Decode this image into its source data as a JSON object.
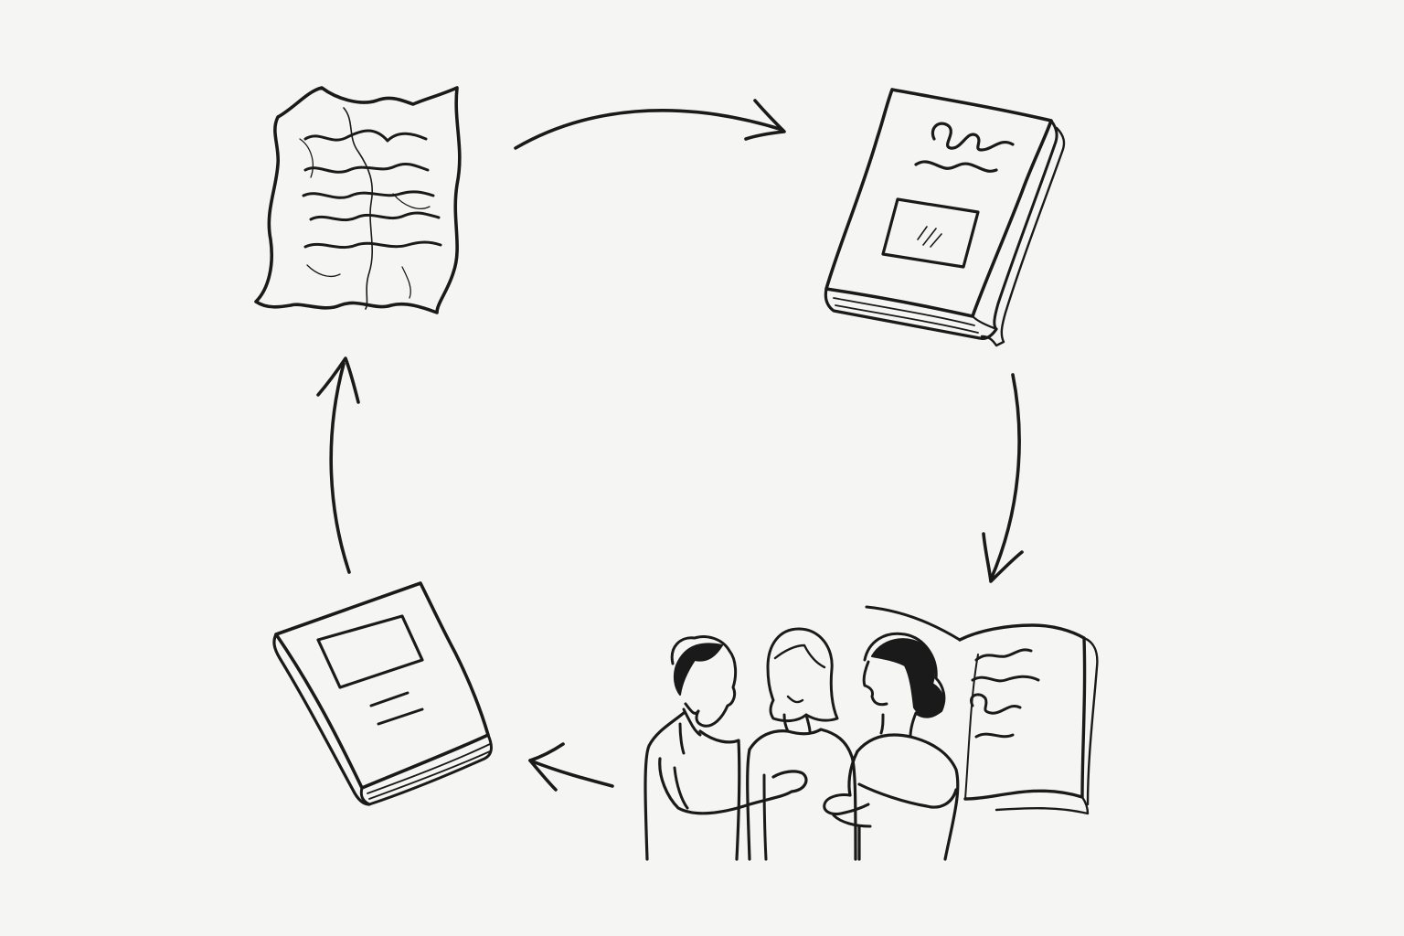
{
  "diagram": {
    "type": "cycle",
    "background_color": "#f5f5f4",
    "ink_color": "#1a1a1a",
    "nodes": [
      {
        "id": "crumpled-manuscript",
        "icon": "crumpled-paper-icon"
      },
      {
        "id": "finished-book",
        "icon": "book-icon"
      },
      {
        "id": "reading-group",
        "icon": "people-reading-icon"
      },
      {
        "id": "book-on-shelf",
        "icon": "book-icon"
      }
    ],
    "edges": [
      {
        "from": "crumpled-manuscript",
        "to": "finished-book"
      },
      {
        "from": "finished-book",
        "to": "reading-group"
      },
      {
        "from": "reading-group",
        "to": "book-on-shelf"
      },
      {
        "from": "book-on-shelf",
        "to": "crumpled-manuscript"
      }
    ]
  }
}
